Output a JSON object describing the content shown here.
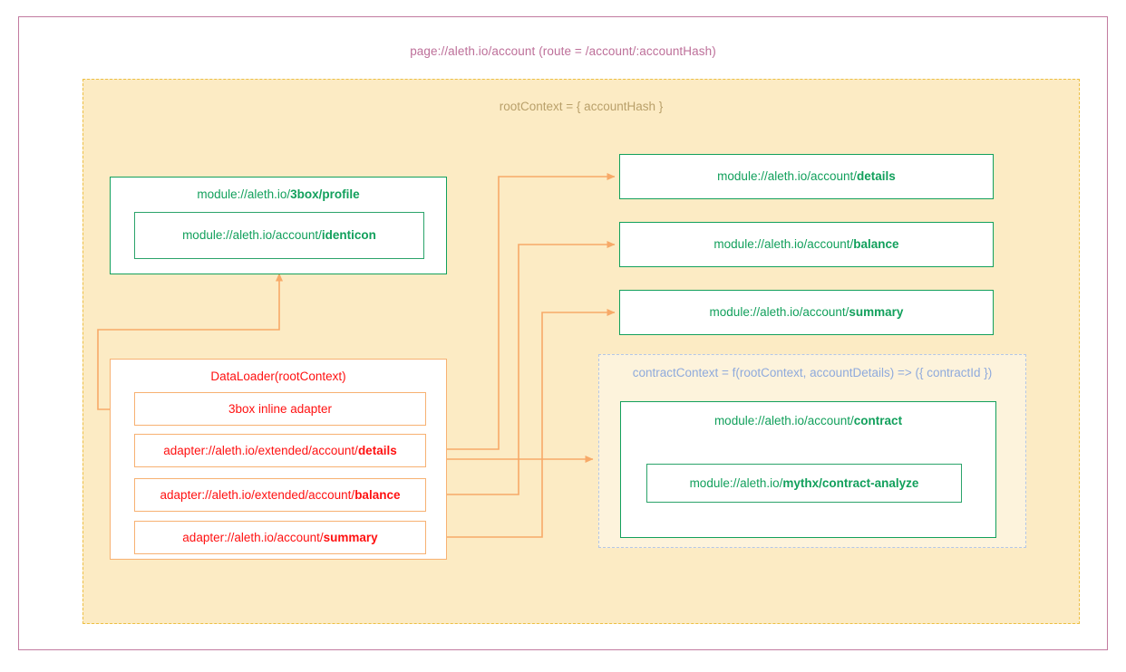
{
  "page": {
    "title": "page://aleth.io/account (route = /account/:accountHash)",
    "border_color": "#c27ba0",
    "title_color": "#bd6f99"
  },
  "root_context": {
    "label": "rootContext = { accountHash }",
    "fill": "#fcebc4",
    "border_color": "#edbf44",
    "label_color": "#b9a06a"
  },
  "contract_context": {
    "label": "contractContext = f(rootContext, accountDetails) => ({ contractId })",
    "fill": "#fdf3dc",
    "border_color": "#b4c7e7",
    "label_color": "#8faadc"
  },
  "colors": {
    "module_green": "#12a05c",
    "adapter_red": "#ff1111",
    "connector_orange": "#f7a968"
  },
  "profile_module": {
    "prefix": "module://aleth.io/",
    "bold": "3box/profile",
    "child": {
      "prefix": "module://aleth.io/account/",
      "bold": "identicon"
    }
  },
  "right_modules": [
    {
      "prefix": "module://aleth.io/account/",
      "bold": "details"
    },
    {
      "prefix": "module://aleth.io/account/",
      "bold": "balance"
    },
    {
      "prefix": "module://aleth.io/account/",
      "bold": "summary"
    }
  ],
  "contract_module": {
    "prefix": "module://aleth.io/account/",
    "bold": "contract",
    "child": {
      "prefix": "module://aleth.io/",
      "bold": "mythx/contract-analyze"
    }
  },
  "data_loader": {
    "title": "DataLoader(rootContext)",
    "adapters": [
      {
        "prefix": "3box inline adapter",
        "bold": ""
      },
      {
        "prefix": "adapter://aleth.io/extended/account/",
        "bold": "details"
      },
      {
        "prefix": "adapter://aleth.io/extended/account/",
        "bold": "balance"
      },
      {
        "prefix": "adapter://aleth.io/account/",
        "bold": "summary"
      }
    ]
  }
}
